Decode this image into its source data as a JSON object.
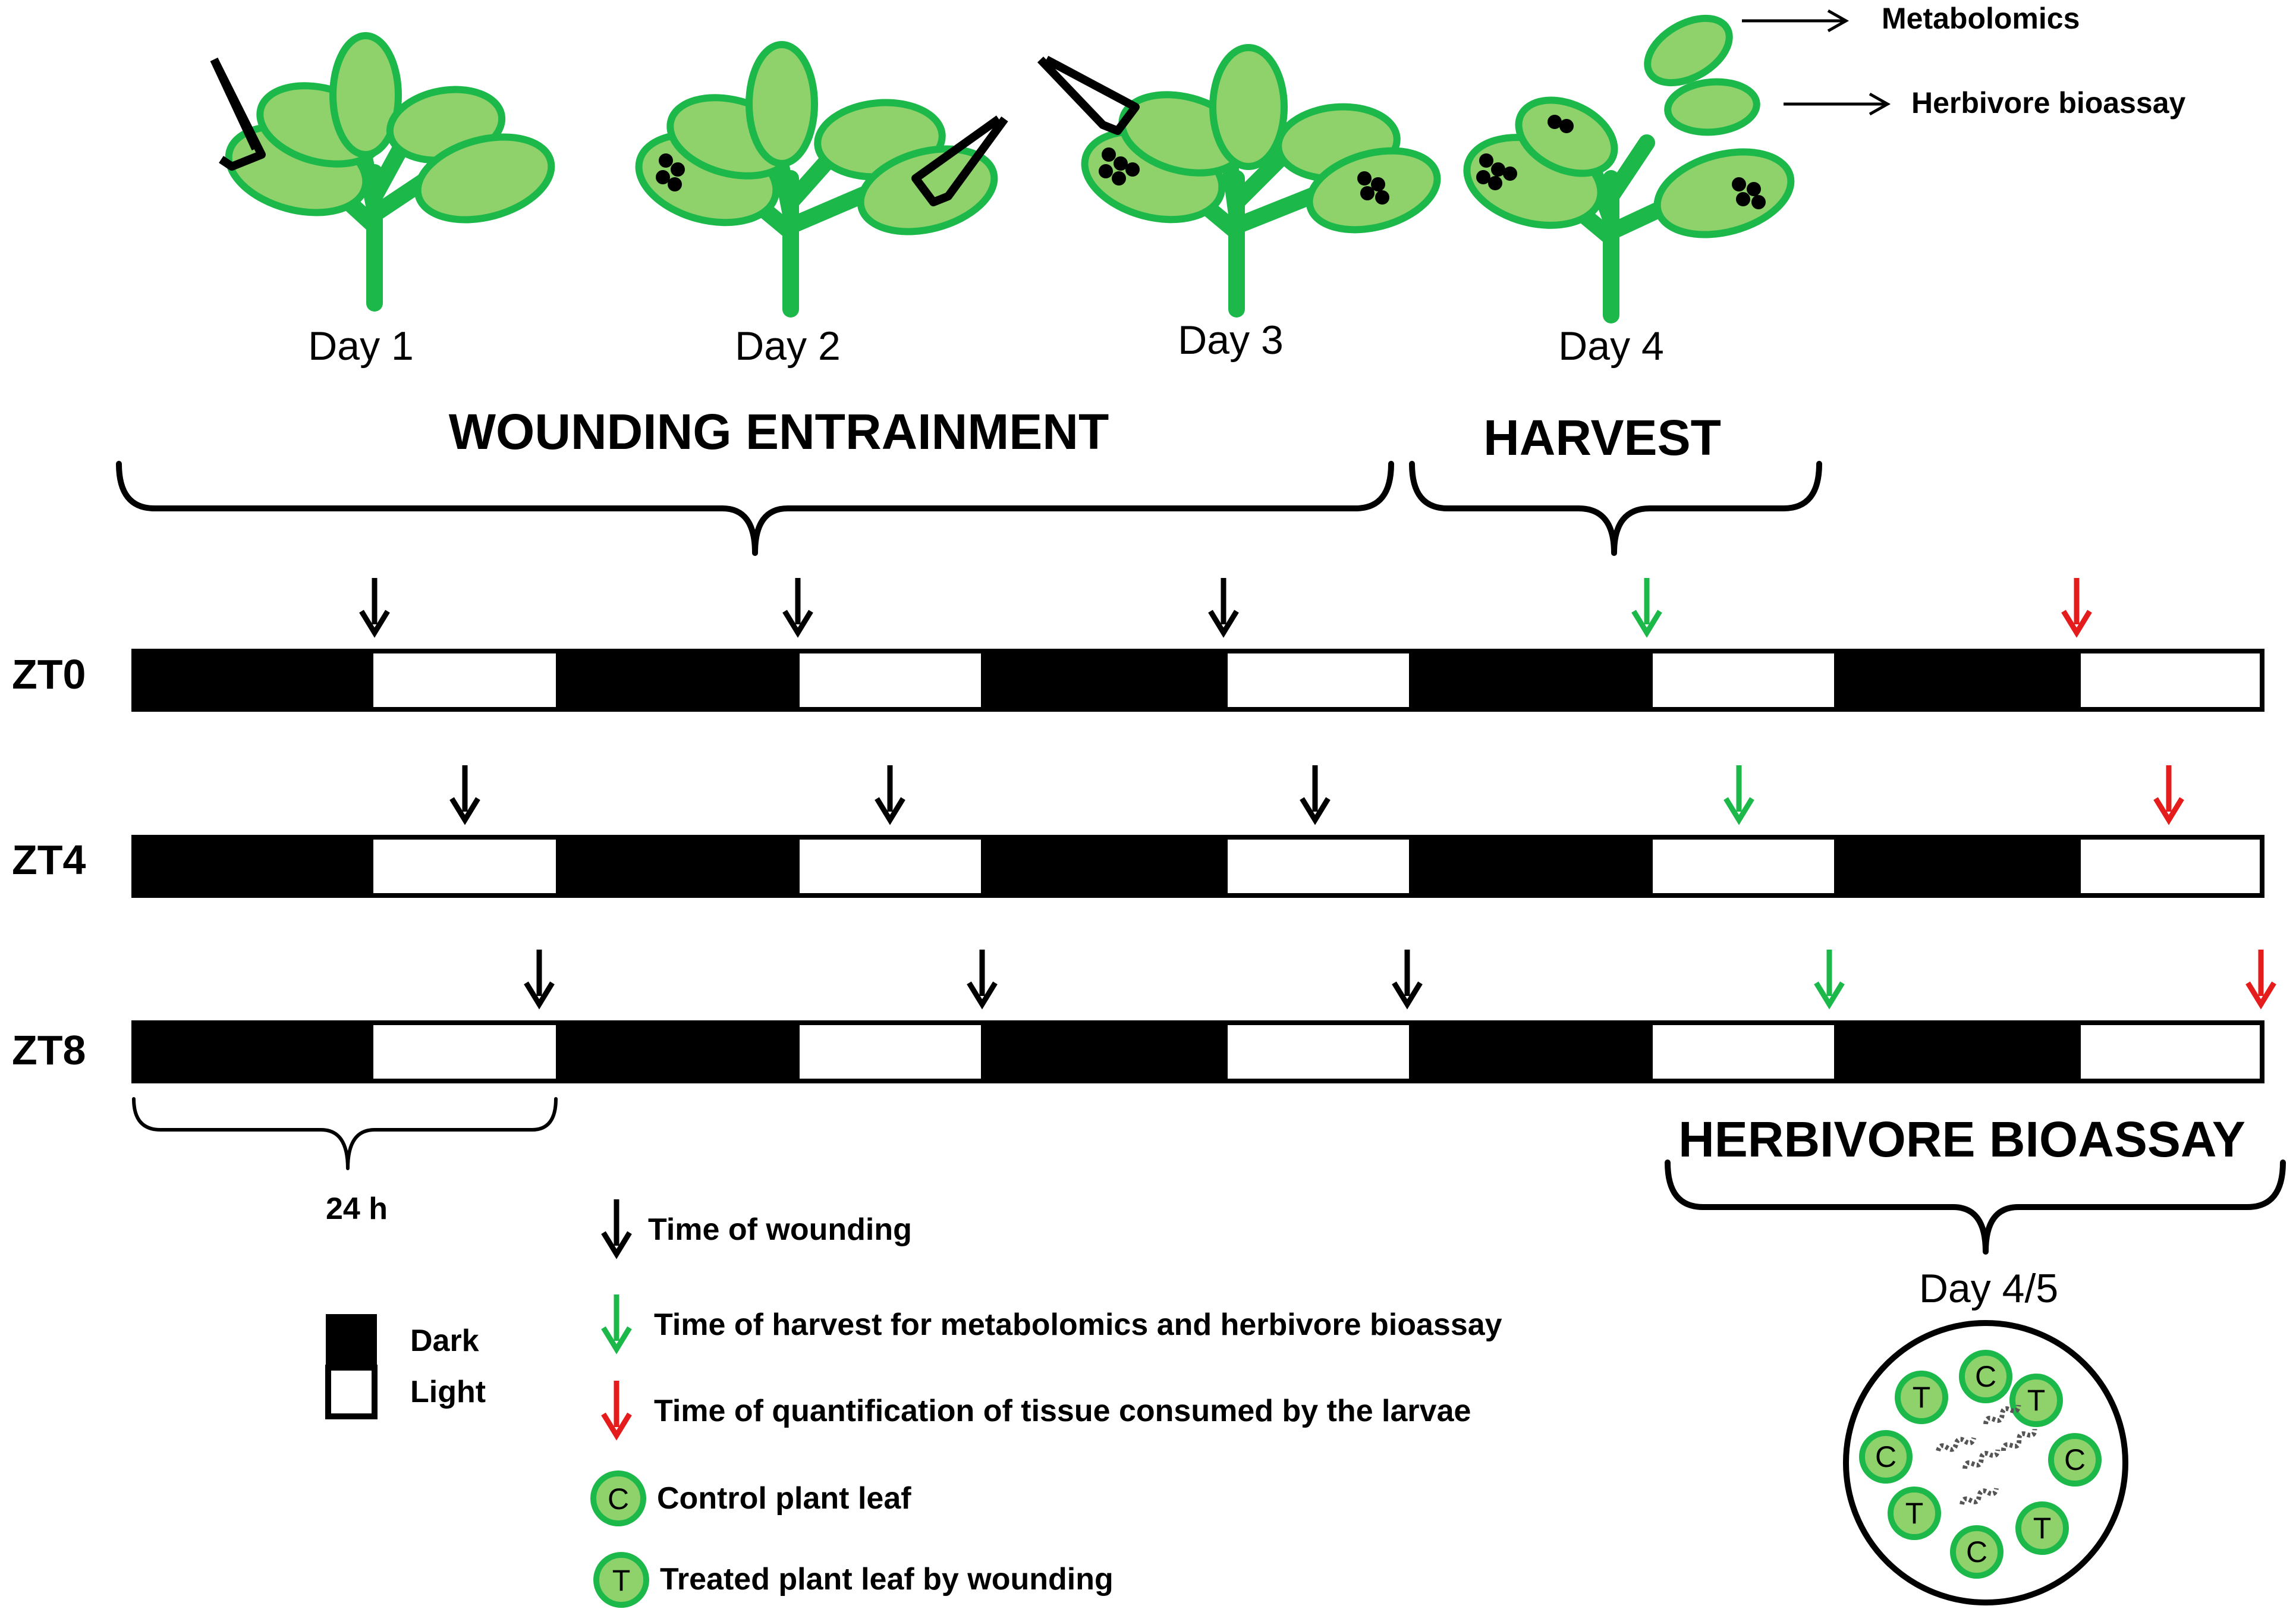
{
  "colors": {
    "plant_fill": "#8fd16a",
    "plant_stroke": "#1db84a",
    "stem": "#1db84a",
    "harvest_arrow": "#1db84a",
    "quantification_arrow": "#e51c1c",
    "wounding_arrow": "#000000",
    "dark_period": "#000000",
    "light_period": "#ffffff"
  },
  "days": [
    {
      "label": "Day 1"
    },
    {
      "label": "Day 2"
    },
    {
      "label": "Day 3"
    },
    {
      "label": "Day 4"
    }
  ],
  "outputs": {
    "metabolomics": "Metabolomics",
    "herbivore_bioassay": "Herbivore bioassay"
  },
  "sections": {
    "wounding_entrainment": "WOUNDING ENTRAINMENT",
    "harvest": "HARVEST",
    "herbivore_bioassay": "HERBIVORE BIOASSAY"
  },
  "timeline": {
    "rows": [
      {
        "label": "ZT0"
      },
      {
        "label": "ZT4"
      },
      {
        "label": "ZT8"
      }
    ],
    "duration_label": "24 h",
    "pattern": [
      "dark",
      "light",
      "dark",
      "light",
      "dark",
      "light",
      "dark",
      "light",
      "dark",
      "light"
    ]
  },
  "legend": {
    "dark": "Dark",
    "light": "Light",
    "wounding": "Time of wounding",
    "harvest": "Time of harvest for metabolomics and herbivore bioassay",
    "quantification": "Time of quantification of tissue consumed by the larvae",
    "control_letter": "C",
    "control": "Control plant leaf",
    "treated_letter": "T",
    "treated": "Treated plant leaf by wounding"
  },
  "bioassay": {
    "day_label": "Day 4/5",
    "leaves": [
      "C",
      "T",
      "C",
      "T",
      "C",
      "T",
      "C",
      "T"
    ]
  }
}
